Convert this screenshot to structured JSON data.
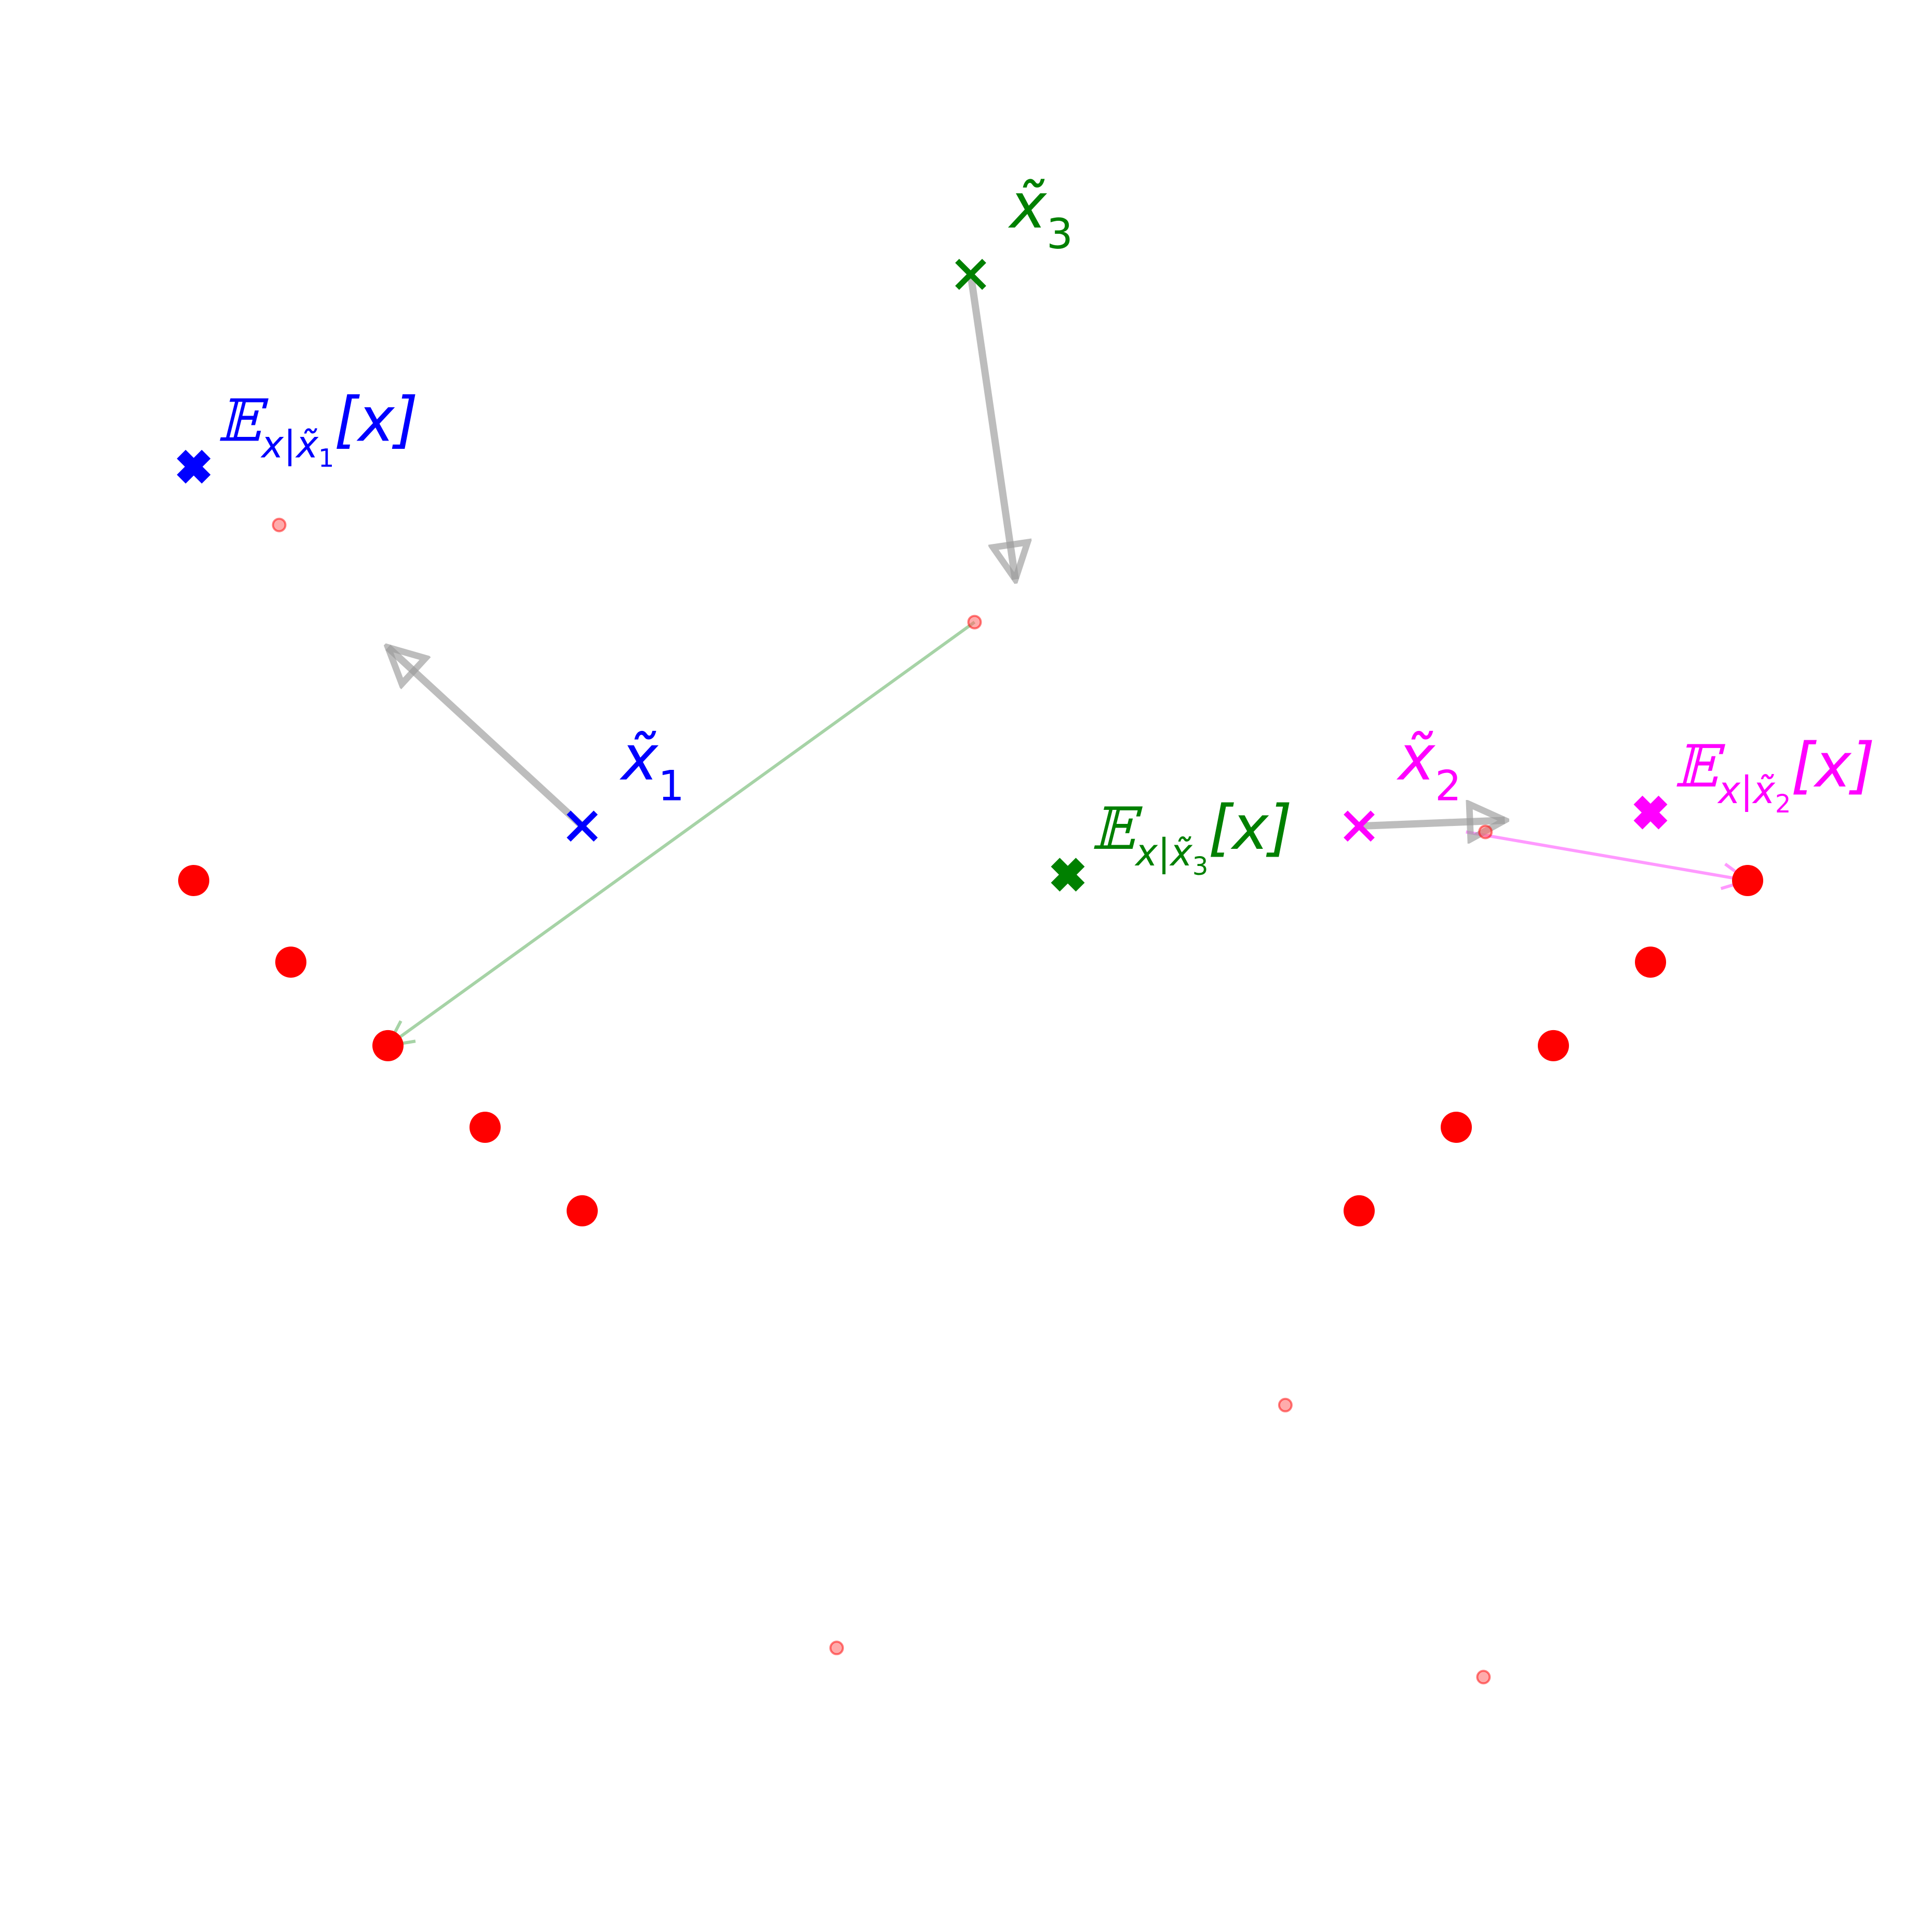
{
  "colors": {
    "noisy_1": "#0000ff",
    "noisy_2": "#ff00ff",
    "noisy_3": "#008000",
    "data_point": "#ff0000",
    "score_arrow": "#999999"
  },
  "data_points": {
    "description_hidden": "",
    "left_arc": [
      [
        -6.0,
        0.0
      ],
      [
        -5.5,
        -0.42
      ],
      [
        -5.0,
        -0.85
      ],
      [
        -4.5,
        -1.27
      ],
      [
        -4.0,
        -1.7
      ]
    ],
    "right_arc": [
      [
        2.0,
        0.0
      ],
      [
        1.5,
        -0.42
      ],
      [
        1.0,
        -0.85
      ],
      [
        0.5,
        -1.27
      ],
      [
        0.0,
        -1.7
      ]
    ]
  },
  "noise_samples": [
    [
      -5.56,
      1.83
    ],
    [
      -1.98,
      1.33
    ],
    [
      -2.69,
      -3.95
    ],
    [
      -0.38,
      -2.7
    ],
    [
      0.65,
      0.25
    ],
    [
      0.64,
      -4.1
    ]
  ],
  "noisy_points": [
    {
      "id": "x1",
      "label": "x̃",
      "sub": "1",
      "pos": [
        -4.0,
        0.28
      ],
      "color_key": "noisy_1"
    },
    {
      "id": "x2",
      "label": "x̃",
      "sub": "2",
      "pos": [
        0.0,
        0.28
      ],
      "color_key": "noisy_2"
    },
    {
      "id": "x3",
      "label": "x̃",
      "sub": "3",
      "pos": [
        -2.0,
        3.12
      ],
      "color_key": "noisy_3"
    }
  ],
  "posterior_means": [
    {
      "id": "e1",
      "prefix": "𝔼",
      "sub": "x|x̃",
      "subsub": "1",
      "body": "[x]",
      "pos": [
        -6.0,
        2.13
      ],
      "color_key": "noisy_1"
    },
    {
      "id": "e2",
      "prefix": "𝔼",
      "sub": "x|x̃",
      "subsub": "2",
      "body": "[x]",
      "pos": [
        1.5,
        0.35
      ],
      "color_key": "noisy_2"
    },
    {
      "id": "e3",
      "prefix": "𝔼",
      "sub": "x|x̃",
      "subsub": "3",
      "body": "[x]",
      "pos": [
        -1.5,
        0.03
      ],
      "color_key": "noisy_3"
    }
  ],
  "score_arrows": [
    {
      "from": [
        -4.0,
        0.28
      ],
      "to": [
        -5.0,
        1.2
      ]
    },
    {
      "from": [
        0.0,
        0.28
      ],
      "to": [
        0.75,
        0.31
      ]
    },
    {
      "from": [
        -2.0,
        3.12
      ],
      "to": [
        -1.77,
        1.55
      ]
    }
  ],
  "match_arrows": [
    {
      "from": [
        -1.98,
        1.33
      ],
      "to": [
        -5.0,
        -0.85
      ],
      "color_key": "noisy_3"
    },
    {
      "from": [
        0.55,
        0.25
      ],
      "to": [
        2.0,
        0.0
      ],
      "color_key": "noisy_2"
    }
  ]
}
